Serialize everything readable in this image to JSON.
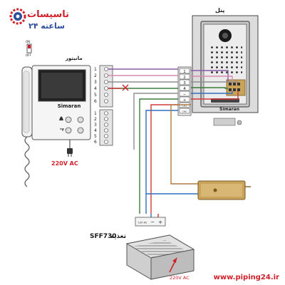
{
  "logo": {
    "line1": "تاسیسات",
    "line2": "۲۴ ساعته"
  },
  "monitor": {
    "label": "مانیتور",
    "brand": "Simaran",
    "switch_top": "ON",
    "switch_bottom": "OFF",
    "power_label": "220V AC",
    "terminals_top": [
      "1",
      "2",
      "3",
      "4",
      "5",
      "6"
    ],
    "terminals_bottom": [
      "1",
      "2",
      "3",
      "4",
      "5",
      "6"
    ]
  },
  "panel": {
    "label": "پنل",
    "brand": "Simaran",
    "terminals": [
      "1",
      "2",
      "3",
      "4",
      "−",
      "+",
      "CALL",
      "GND"
    ]
  },
  "supply": {
    "terminals": [
      "12V AC",
      "−",
      "+"
    ],
    "label_prefix": "تغذیه",
    "model": "SFF730",
    "input_label": "220V AC"
  },
  "website": "www.piping24.ir",
  "colors": {
    "wire_red": "#d23a3a",
    "wire_pink": "#d98ab0",
    "wire_purple": "#8a5aa8",
    "wire_gray": "#8f8f8f",
    "wire_green": "#3a7d3a",
    "wire_blue": "#2f6fc0",
    "wire_brown": "#b07a40",
    "accent": "#d0202a"
  }
}
